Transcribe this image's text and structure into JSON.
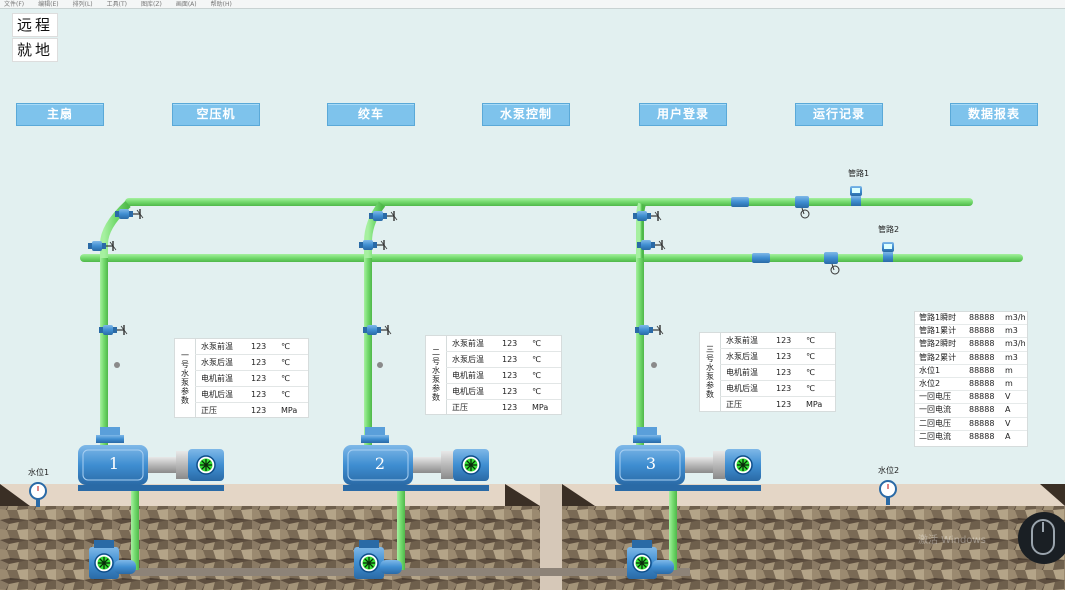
{
  "menu": [
    "文件(F)",
    "编辑(E)",
    "排列(L)",
    "工具(T)",
    "图库(Z)",
    "画面(A)",
    "帮助(H)"
  ],
  "mode": {
    "remote": "远程",
    "local": "就地"
  },
  "nav": [
    "主扇",
    "空压机",
    "绞车",
    "水泵控制",
    "用户登录",
    "运行记录",
    "数据报表"
  ],
  "pipes": {
    "pipe1": "管路1",
    "pipe2": "管路2"
  },
  "pumps": [
    {
      "number": "1",
      "title": "一号水泵参数",
      "params": [
        {
          "label": "水泵前温",
          "value": "123",
          "unit": "℃"
        },
        {
          "label": "水泵后温",
          "value": "123",
          "unit": "℃"
        },
        {
          "label": "电机前温",
          "value": "123",
          "unit": "℃"
        },
        {
          "label": "电机后温",
          "value": "123",
          "unit": "℃"
        },
        {
          "label": "正压",
          "value": "123",
          "unit": "MPa"
        }
      ]
    },
    {
      "number": "2",
      "title": "二号水泵参数",
      "params": [
        {
          "label": "水泵前温",
          "value": "123",
          "unit": "℃"
        },
        {
          "label": "水泵后温",
          "value": "123",
          "unit": "℃"
        },
        {
          "label": "电机前温",
          "value": "123",
          "unit": "℃"
        },
        {
          "label": "电机后温",
          "value": "123",
          "unit": "℃"
        },
        {
          "label": "正压",
          "value": "123",
          "unit": "MPa"
        }
      ]
    },
    {
      "number": "3",
      "title": "三号水泵参数",
      "params": [
        {
          "label": "水泵前温",
          "value": "123",
          "unit": "℃"
        },
        {
          "label": "水泵后温",
          "value": "123",
          "unit": "℃"
        },
        {
          "label": "电机前温",
          "value": "123",
          "unit": "℃"
        },
        {
          "label": "电机后温",
          "value": "123",
          "unit": "℃"
        },
        {
          "label": "正压",
          "value": "123",
          "unit": "MPa"
        }
      ]
    }
  ],
  "meters": [
    {
      "label": "管路1瞬时",
      "value": "88888",
      "unit": "m3/h"
    },
    {
      "label": "管路1累计",
      "value": "88888",
      "unit": "m3"
    },
    {
      "label": "管路2瞬时",
      "value": "88888",
      "unit": "m3/h"
    },
    {
      "label": "管路2累计",
      "value": "88888",
      "unit": "m3"
    },
    {
      "label": "水位1",
      "value": "88888",
      "unit": "m"
    },
    {
      "label": "水位2",
      "value": "88888",
      "unit": "m"
    },
    {
      "label": "一回电压",
      "value": "88888",
      "unit": "V"
    },
    {
      "label": "一回电流",
      "value": "88888",
      "unit": "A"
    },
    {
      "label": "二回电压",
      "value": "88888",
      "unit": "V"
    },
    {
      "label": "二回电流",
      "value": "88888",
      "unit": "A"
    }
  ],
  "levels": {
    "level1": "水位1",
    "level2": "水位2"
  },
  "watermark": "激活 Windows",
  "colors": {
    "pipe_green": "#7fe07a",
    "pump_blue": "#3f8ed1",
    "fan_green": "#33dd33",
    "nav_blue": "#7ec3ec",
    "background": "#e2f0f0"
  }
}
